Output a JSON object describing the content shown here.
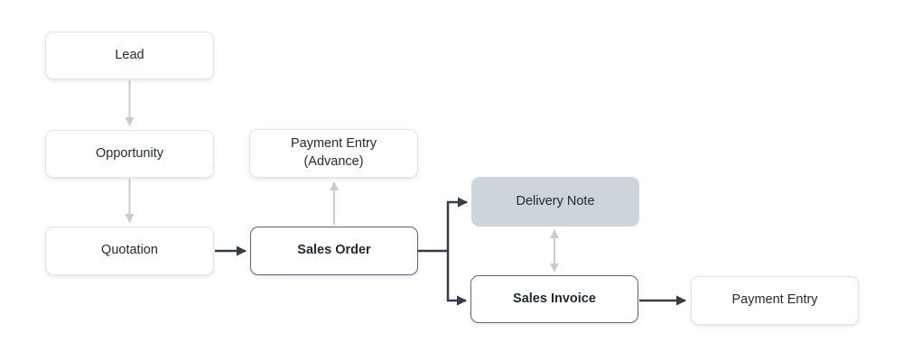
{
  "diagram": {
    "type": "flowchart",
    "nodes": {
      "lead": {
        "label": "Lead",
        "variant": "default"
      },
      "opportunity": {
        "label": "Opportunity",
        "variant": "default"
      },
      "quotation": {
        "label": "Quotation",
        "variant": "default"
      },
      "payment_entry_advance": {
        "label": "Payment Entry\n(Advance)",
        "variant": "default"
      },
      "sales_order": {
        "label": "Sales Order",
        "variant": "emphasized"
      },
      "delivery_note": {
        "label": "Delivery Note",
        "variant": "filled"
      },
      "sales_invoice": {
        "label": "Sales Invoice",
        "variant": "emphasized"
      },
      "payment_entry": {
        "label": "Payment Entry",
        "variant": "default"
      }
    },
    "edges": [
      {
        "from": "Lead",
        "to": "Opportunity",
        "style": "light",
        "direction": "down"
      },
      {
        "from": "Opportunity",
        "to": "Quotation",
        "style": "light",
        "direction": "down"
      },
      {
        "from": "Quotation",
        "to": "Sales Order",
        "style": "dark",
        "direction": "right"
      },
      {
        "from": "Sales Order",
        "to": "Payment Entry (Advance)",
        "style": "light",
        "direction": "up"
      },
      {
        "from": "Sales Order",
        "to": "Delivery Note",
        "style": "dark",
        "direction": "right"
      },
      {
        "from": "Sales Order",
        "to": "Sales Invoice",
        "style": "dark",
        "direction": "right"
      },
      {
        "from": "Delivery Note",
        "to": "Sales Invoice",
        "style": "light",
        "direction": "bidirectional"
      },
      {
        "from": "Sales Invoice",
        "to": "Payment Entry",
        "style": "dark",
        "direction": "right"
      }
    ],
    "colors": {
      "background": "#ffffff",
      "node_fill": "#ffffff",
      "node_fill_highlight": "#ccd4dc",
      "node_border_light": "#dfe3e8",
      "node_border_dark": "#5b6670",
      "arrow_dark": "#333e49",
      "arrow_light": "#c5ccd3",
      "text": "#202b36"
    }
  }
}
